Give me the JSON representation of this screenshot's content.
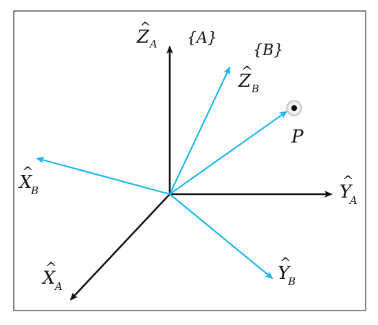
{
  "colors": {
    "frame_a": "#111111",
    "frame_b": "#19b5f0",
    "border": "#555555"
  },
  "frame_labels": {
    "a": "{A}",
    "b": "{B}"
  },
  "axes_a": {
    "z": {
      "letter": "Z",
      "sub": "A"
    },
    "y": {
      "letter": "Y",
      "sub": "A"
    },
    "x": {
      "letter": "X",
      "sub": "A"
    }
  },
  "axes_b": {
    "z": {
      "letter": "Z",
      "sub": "B"
    },
    "y": {
      "letter": "Y",
      "sub": "B"
    },
    "x": {
      "letter": "X",
      "sub": "B"
    }
  },
  "hat_glyph": "^",
  "point": {
    "label": "P"
  }
}
